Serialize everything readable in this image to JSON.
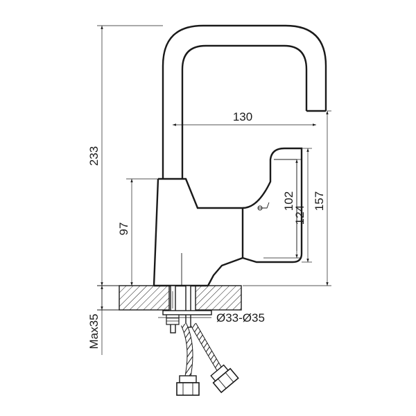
{
  "diagram": {
    "dimensions": {
      "total_height": "233",
      "spout_reach": "130",
      "handle_height_102": "102",
      "handle_height_124": "124",
      "spout_outlet_height": "157",
      "body_height": "97",
      "countertop_max": "Max35",
      "hole_diameter": "Ø33-Ø35"
    }
  }
}
